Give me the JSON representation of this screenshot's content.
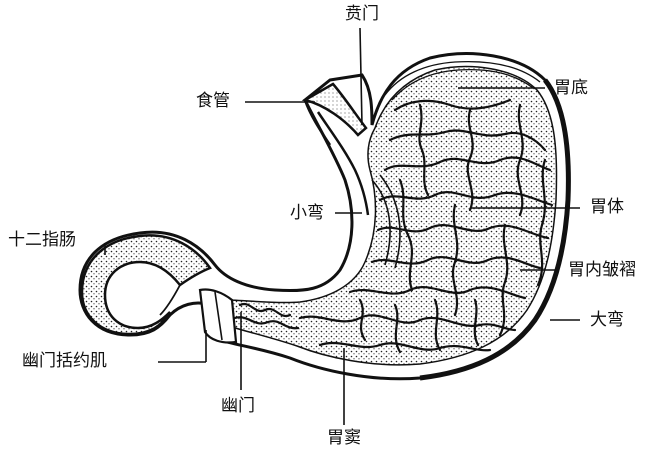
{
  "labels": {
    "cardia": "贲门",
    "esophagus": "食管",
    "fundus": "胃底",
    "lesser_curvature": "小弯",
    "body": "胃体",
    "duodenum": "十二指肠",
    "gastric_folds": "胃内皱褶",
    "greater_curvature": "大弯",
    "pyloric_sphincter": "幽门括约肌",
    "pylorus": "幽门",
    "antrum": "胃窦"
  },
  "colors": {
    "ink": "#111111",
    "background": "#ffffff",
    "stipple": "#222222"
  }
}
